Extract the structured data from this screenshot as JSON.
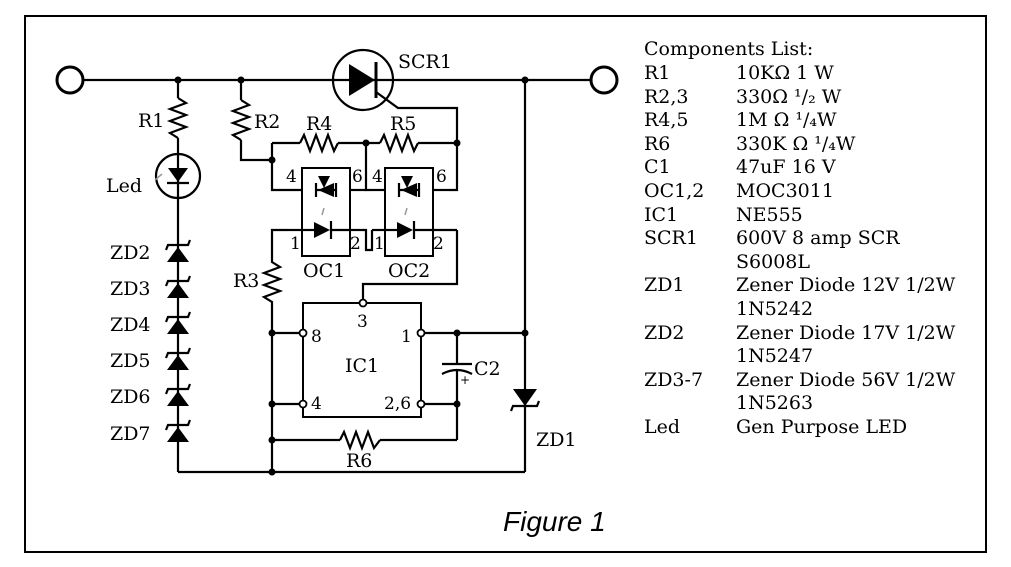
{
  "figure": {
    "caption": "Figure 1"
  },
  "schematic": {
    "labels": {
      "scr1": "SCR1",
      "r1": "R1",
      "r2": "R2",
      "r3": "R3",
      "r4": "R4",
      "r5": "R5",
      "r6": "R6",
      "led": "Led",
      "oc1": "OC1",
      "oc2": "OC2",
      "ic1": "IC1",
      "c2": "C2",
      "zd1": "ZD1",
      "zd2": "ZD2",
      "zd3": "ZD3",
      "zd4": "ZD4",
      "zd5": "ZD5",
      "zd6": "ZD6",
      "zd7": "ZD7"
    },
    "pins": {
      "oc_4": "4",
      "oc_6": "6",
      "oc_1": "1",
      "oc_2": "2",
      "ic_3": "3",
      "ic_8": "8",
      "ic_1": "1",
      "ic_4": "4",
      "ic_26": "2,6",
      "c_plus": "+"
    }
  },
  "components_list": {
    "title": "Components List:",
    "items": [
      {
        "ref": "R1",
        "value": "10KΩ 1 W"
      },
      {
        "ref": "R2,3",
        "value": "330Ω ¹/₂ W"
      },
      {
        "ref": "R4,5",
        "value": "1M Ω ¹/₄W"
      },
      {
        "ref": "R6",
        "value": "330K Ω ¹/₄W"
      },
      {
        "ref": "C1",
        "value": "47uF 16 V"
      },
      {
        "ref": "OC1,2",
        "value": "MOC3011"
      },
      {
        "ref": "IC1",
        "value": "NE555"
      },
      {
        "ref": "SCR1",
        "value": "600V 8 amp SCR"
      },
      {
        "ref": "",
        "value": "S6008L"
      },
      {
        "ref": "ZD1",
        "value": "Zener Diode 12V 1/2W"
      },
      {
        "ref": "",
        "value": "1N5242"
      },
      {
        "ref": "ZD2",
        "value": "Zener Diode 17V 1/2W"
      },
      {
        "ref": "",
        "value": "1N5247"
      },
      {
        "ref": "ZD3-7",
        "value": "Zener Diode 56V 1/2W"
      },
      {
        "ref": "",
        "value": "1N5263"
      },
      {
        "ref": "Led",
        "value": "Gen Purpose LED"
      }
    ]
  }
}
